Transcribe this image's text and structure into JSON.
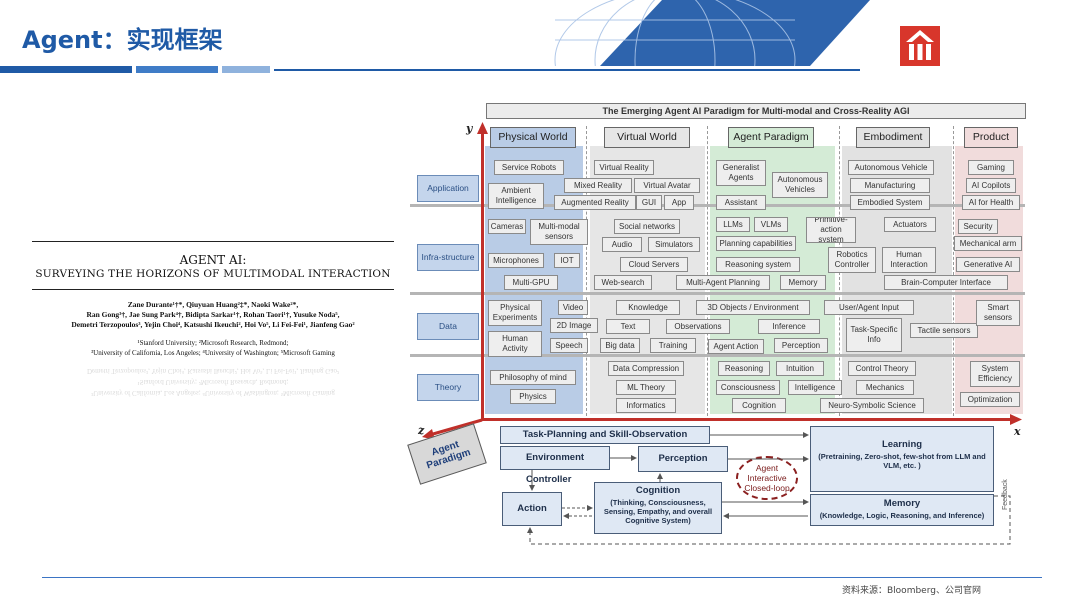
{
  "header": {
    "title": "Agent：实现框架",
    "brand_colors": {
      "primary": "#1f5aa6",
      "accent": "#d8362b",
      "light": "#8fb2dd"
    }
  },
  "paper": {
    "title": "AGENT AI:",
    "subtitle": "SURVEYING THE HORIZONS OF MULTIMODAL INTERACTION",
    "authors": [
      "Zane Durante¹†*, Qiuyuan Huang²‡*, Naoki Wake²*,",
      "Ran Gong³†, Jae Sung Park⁴†, Bidipta Sarkar¹†, Rohan Taori¹†, Yusuke Noda⁵,",
      "Demetri Terzopoulos³, Yejin Choi⁴, Katsushi Ikeuchi², Hoi Vo⁵, Li Fei-Fei¹, Jianfeng Gao²"
    ],
    "affiliations": [
      "¹Stanford University; ²Microsoft Research, Redmond;",
      "³University of California, Los Angeles; ⁴University of Washington; ⁵Microsoft Gaming"
    ]
  },
  "diagram": {
    "title": "The Emerging Agent AI Paradigm for Multi-modal and Cross-Reality AGI",
    "axes": {
      "y": "y",
      "x": "x",
      "z": "z"
    },
    "columns": [
      {
        "label": "Physical World",
        "color": "#b9cce6"
      },
      {
        "label": "Virtual World",
        "color": "#e6e6e6"
      },
      {
        "label": "Agent Paradigm",
        "color": "#d4ebd6"
      },
      {
        "label": "Embodiment",
        "color": "#e2e2e2"
      },
      {
        "label": "Product",
        "color": "#f1dcdc"
      }
    ],
    "rows": [
      {
        "label": "Application"
      },
      {
        "label": "Infra-structure"
      },
      {
        "label": "Data"
      },
      {
        "label": "Theory"
      }
    ],
    "chips": [
      "Service Robots",
      "Ambient Intelligence",
      "Virtual Reality",
      "Mixed Reality",
      "Virtual Avatar",
      "Augmented Reality",
      "GUI",
      "App",
      "Generalist Agents",
      "Autonomous Vehicles",
      "Assistant",
      "Autonomous Vehicle",
      "Manufacturing",
      "Embodied System",
      "Gaming",
      "AI Copilots",
      "AI for Health",
      "Cameras",
      "Multi-modal sensors",
      "Microphones",
      "IOT",
      "Multi-GPU",
      "Social networks",
      "Audio",
      "Simulators",
      "Cloud Servers",
      "Web-search",
      "LLMs",
      "VLMs",
      "Primitive-action system",
      "Planning capabilities",
      "Reasoning system",
      "Multi-Agent Planning",
      "Memory",
      "Actuators",
      "Robotics Controller",
      "Human Interaction",
      "Brain-Computer Interface",
      "Security",
      "Mechanical arm",
      "Generative AI",
      "Physical Experiments",
      "Video",
      "2D Image",
      "Human Activity",
      "Speech",
      "Knowledge",
      "3D Objects / Environment",
      "Text",
      "Observations",
      "Big data",
      "Training",
      "Inference",
      "Agent Action",
      "Perception",
      "User/Agent Input",
      "Task-Specific Info",
      "Tactile sensors",
      "Smart sensors",
      "Philosophy of mind",
      "Physics",
      "Data Compression",
      "ML Theory",
      "Informatics",
      "Reasoning",
      "Intuition",
      "Consciousness",
      "Intelligence",
      "Cognition",
      "Control Theory",
      "Mechanics",
      "Neuro-Symbolic Science",
      "System Efficiency",
      "Optimization"
    ],
    "paradigm": {
      "tag": "Agent Paradigm",
      "task_planning": "Task-Planning and Skill-Observation",
      "environment": "Environment",
      "perception": "Perception",
      "controller": "Controller",
      "action": "Action",
      "cognition_title": "Cognition",
      "cognition_detail": "(Thinking, Consciousness, Sensing, Empathy, and overall Cognitive System)",
      "loop": "Agent Interactive Closed-loop",
      "learning_title": "Learning",
      "learning_detail": "(Pretraining, Zero-shot, few-shot from LLM and VLM, etc. )",
      "memory_title": "Memory",
      "memory_detail": "(Knowledge, Logic, Reasoning, and Inference)",
      "feedback": "Feedback"
    }
  },
  "footer": {
    "source": "资料来源：Bloomberg、公司官网"
  }
}
